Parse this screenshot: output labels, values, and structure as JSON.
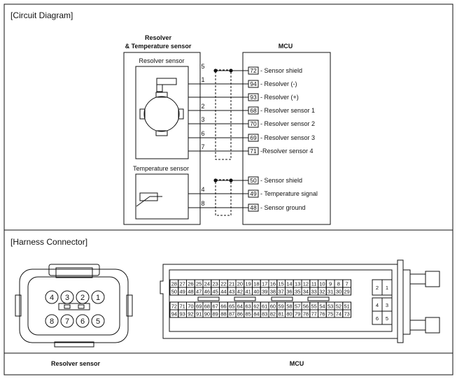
{
  "circuit": {
    "section_title": "[Circuit Diagram]",
    "left_header_line1": "Resolver",
    "left_header_line2": "& Temperature sensor",
    "right_header": "MCU",
    "resolver_box_label": "Resolver sensor",
    "temp_box_label": "Temperature sensor",
    "resolver_wires": [
      {
        "sensor_pin": "5",
        "mcu_pin": "72",
        "mcu_label": "- Sensor shield"
      },
      {
        "sensor_pin": "1",
        "mcu_pin": "94",
        "mcu_label": "- Resolver (-)"
      },
      {
        "sensor_pin": "",
        "mcu_pin": "93",
        "mcu_label": "- Resolver (+)"
      },
      {
        "sensor_pin": "2",
        "mcu_pin": "68",
        "mcu_label": "- Resolver sensor 1"
      },
      {
        "sensor_pin": "3",
        "mcu_pin": "70",
        "mcu_label": "- Resolver sensor 2"
      },
      {
        "sensor_pin": "6",
        "mcu_pin": "69",
        "mcu_label": "- Resolver sensor 3"
      },
      {
        "sensor_pin": "7",
        "mcu_pin": "71",
        "mcu_label": " -Resolver sensor 4"
      }
    ],
    "temp_wires": [
      {
        "sensor_pin": "",
        "mcu_pin": "50",
        "mcu_label": "- Sensor shield"
      },
      {
        "sensor_pin": "4",
        "mcu_pin": "49",
        "mcu_label": "- Temperature signal"
      },
      {
        "sensor_pin": "8",
        "mcu_pin": "48",
        "mcu_label": "- Sensor ground"
      }
    ]
  },
  "harness": {
    "section_title": "[Harness Connector]",
    "resolver_caption": "Resolver sensor",
    "mcu_caption": "MCU",
    "resolver_pins_top": [
      "4",
      "3",
      "2",
      "1"
    ],
    "resolver_pins_bottom": [
      "8",
      "7",
      "6",
      "5"
    ],
    "mcu_rows": [
      [
        "28",
        "27",
        "26",
        "25",
        "24",
        "23",
        "22",
        "21",
        "20",
        "19",
        "18",
        "17",
        "16",
        "15",
        "14",
        "13",
        "12",
        "11",
        "10",
        "9",
        "8",
        "7"
      ],
      [
        "50",
        "49",
        "48",
        "47",
        "46",
        "45",
        "44",
        "43",
        "42",
        "41",
        "40",
        "39",
        "38",
        "37",
        "36",
        "35",
        "34",
        "33",
        "32",
        "31",
        "30",
        "29"
      ],
      [
        "72",
        "71",
        "70",
        "69",
        "68",
        "67",
        "66",
        "65",
        "64",
        "63",
        "62",
        "61",
        "60",
        "59",
        "58",
        "57",
        "56",
        "55",
        "54",
        "53",
        "52",
        "51"
      ],
      [
        "94",
        "93",
        "92",
        "91",
        "90",
        "89",
        "88",
        "87",
        "86",
        "85",
        "84",
        "83",
        "82",
        "81",
        "80",
        "79",
        "78",
        "77",
        "76",
        "75",
        "74",
        "73"
      ]
    ],
    "mcu_small_top": [
      [
        "2",
        "1"
      ]
    ],
    "mcu_small_bottom": [
      [
        "4",
        "3"
      ],
      [
        "6",
        "5"
      ]
    ]
  }
}
